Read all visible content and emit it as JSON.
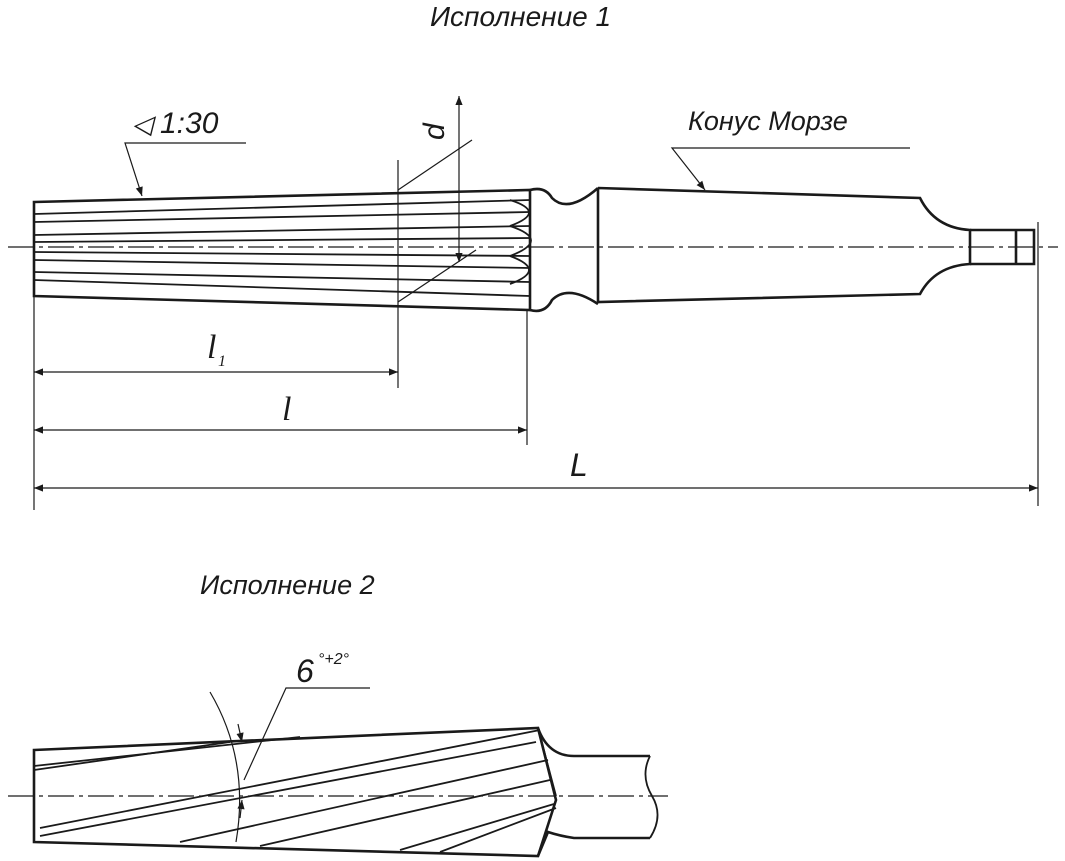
{
  "title_1": "Исполнение 1",
  "title_2": "Исполнение 2",
  "taper_symbol": "◁",
  "taper_ratio": "1:30",
  "morse_label": "Конус Морзе",
  "dim_d": "d",
  "dim_l1_main": "l",
  "dim_l1_sub": "1",
  "dim_l": "l",
  "dim_L": "L",
  "angle_value": "6",
  "angle_tolerance": "°+2°"
}
